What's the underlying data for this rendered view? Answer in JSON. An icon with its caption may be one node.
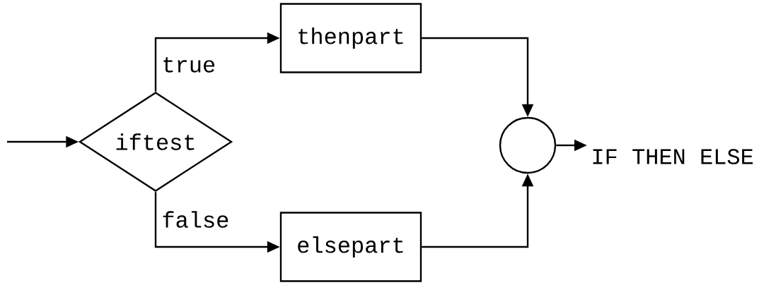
{
  "diagram": {
    "nodes": [
      {
        "text": [
          "iftest"
        ]
      },
      {
        "text": [
          "thenpart"
        ]
      },
      {
        "text": [
          "elsepart"
        ]
      },
      {
        "text": [],
        "shape": "circle"
      },
      {
        "text": [
          "IF THEN ELSE"
        ]
      }
    ],
    "edges": [
      {
        "from": null,
        "to": 0,
        "arrow": "to"
      },
      {
        "from": 0,
        "to": 1,
        "arrow": "to",
        "label": "true"
      },
      {
        "from": 0,
        "to": 2,
        "arrow": "to",
        "label": "false"
      },
      {
        "from": 1,
        "to": 3,
        "arrow": "to"
      },
      {
        "from": 2,
        "to": 3,
        "arrow": "to"
      },
      {
        "from": 3,
        "to": 4,
        "arrow": "to"
      }
    ]
  }
}
